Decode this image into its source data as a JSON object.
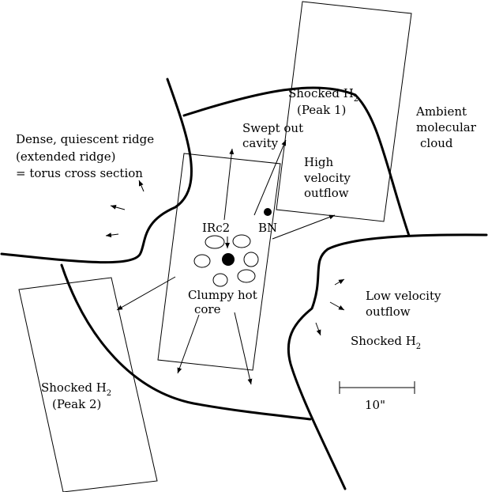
{
  "labels": {
    "shocked_h2_peak1_line1": "Shocked H",
    "shocked_h2_peak1_sub": "2",
    "shocked_h2_peak1_line2": "(Peak 1)",
    "ambient_line1": "Ambient",
    "ambient_line2": "molecular",
    "ambient_line3": "cloud",
    "swept_line1": "Swept out",
    "swept_line2": "cavity",
    "dense_line1": "Dense, quiescent ridge",
    "dense_line2": "(extended ridge)",
    "dense_line3": "= torus cross section",
    "high_line1": "High",
    "high_line2": "velocity",
    "high_line3": "outflow",
    "irc2": "IRc2",
    "bn": "BN",
    "clumpy_line1": "Clumpy hot",
    "clumpy_line2": "core",
    "low_line1": "Low velocity",
    "low_line2": "outflow",
    "shocked_h2_right": "Shocked H",
    "shocked_h2_right_sub": "2",
    "shocked_h2_peak2_line1": "Shocked H",
    "shocked_h2_peak2_sub": "2",
    "shocked_h2_peak2_line2": "(Peak 2)",
    "scale_bar": "10\""
  }
}
